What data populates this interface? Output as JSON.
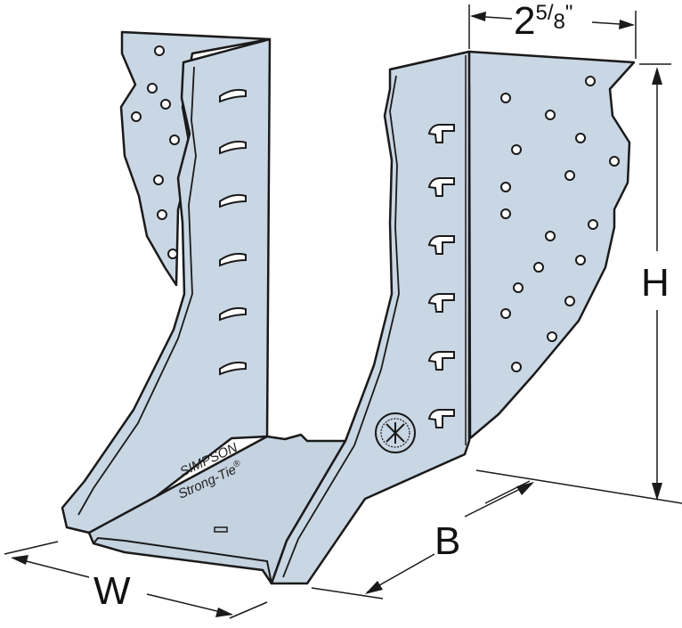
{
  "dimensions": {
    "width_label": "W",
    "height_label": "H",
    "depth_label": "B",
    "flange": {
      "whole": "2",
      "num": "5",
      "den": "8",
      "unit": "\""
    }
  },
  "branding": {
    "line1": "SIMPSON",
    "line2": "Strong-Tie",
    "mark": "®"
  },
  "colors": {
    "steel": "#c9d6e3",
    "steel_shadow": "#b8c7d6",
    "outline": "#1a1a1a",
    "background": "#ffffff"
  }
}
